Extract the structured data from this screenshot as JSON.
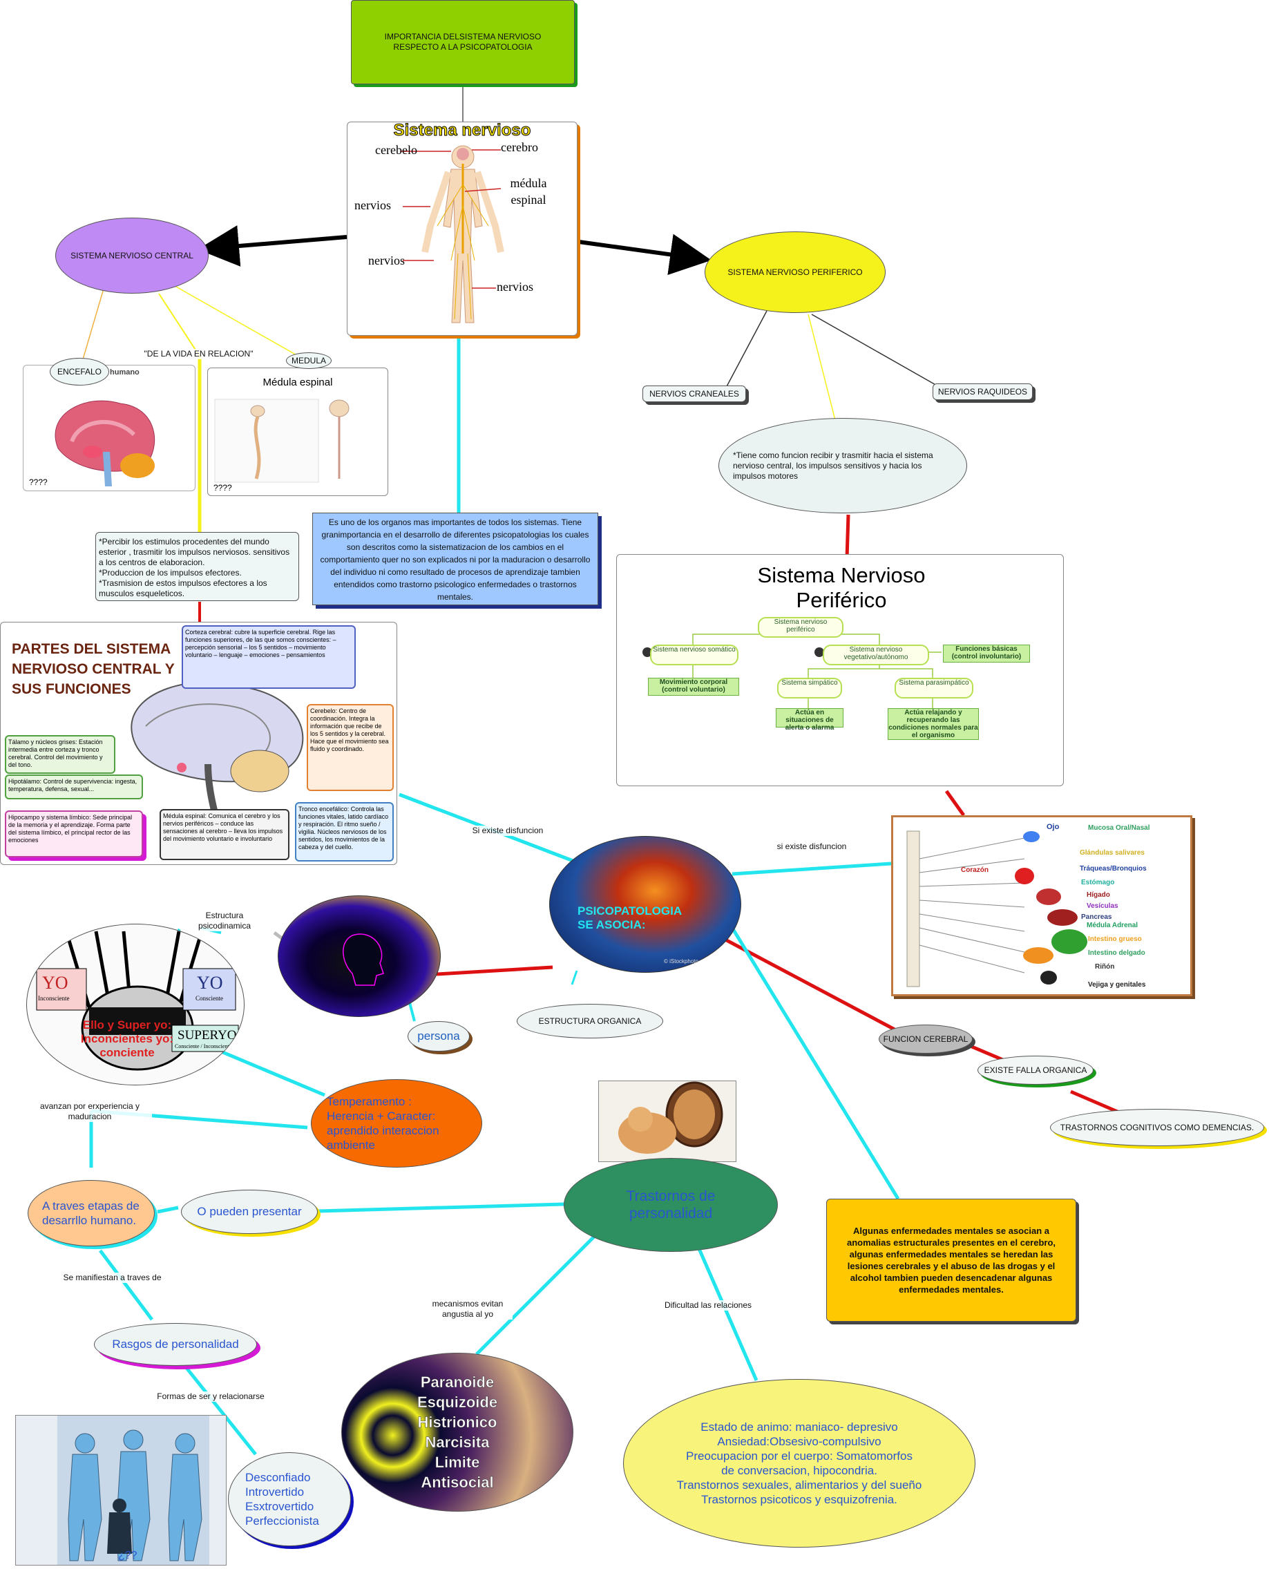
{
  "title_box": "IMPORTANCIA DELSISTEMA NERVIOSO RESPECTO A LA PSICOPATOLOGIA",
  "nervous_image": {
    "title": "Sistema nervioso",
    "labels": [
      "cerebelo",
      "cerebro",
      "médula espinal",
      "nervios",
      "nervios",
      "nervios"
    ]
  },
  "snc": "SISTEMA NERVIOSO CENTRAL",
  "snp": "SISTEMA NERVIOSO PERIFERICO",
  "encefalo": "ENCEFALO",
  "medula_tag": "MEDULA",
  "de_la_vida": "\"DE LA VIDA EN RELACION\"",
  "encefalo_img": {
    "caption": "humano",
    "qmarks": "????"
  },
  "medula_img": {
    "title": "Médula espinal",
    "qmarks": "????"
  },
  "nervios_craneales": "NERVIOS CRANEALES",
  "nervios_raquideos": "NERVIOS RAQUIDEOS",
  "snp_desc": "*Tiene como funcion recibir y trasmitir hacia el sistema nervioso central, los impulsos sensitivos y hacia los impulsos motores",
  "snc_functions": "*Percibir los estimulos procedentes del mundo esterior , trasmitir los impulsos nerviosos. sensitivos a los centros de elaboracion.\n*Produccion de los impulsos efectores.\n*Trasmision de estos impulsos efectores a los musculos esqueleticos.",
  "importance_text": "Es uno de los organos mas importantes de todos los sistemas. Tiene granimportancia en el desarrollo de diferentes psicopatologias los cuales son descritos como la sistematizacion de los cambios en el comportamiento quer no son explicados ni por la maduracion o desarrollo del individuo ni como resultado de procesos de aprendizaje tambien entendidos como trastorno psicologico enfermedades o trastornos mentales.",
  "snp_chart": {
    "title": "Sistema Nervioso Periférico",
    "root": "Sistema nervioso periférico",
    "somatico": "Sistema nervioso somático",
    "vegetativo": "Sistema nervioso vegetativo/autónomo",
    "funciones": "Funciones básicas (control involuntario)",
    "movimiento": "Movimiento corporal (control voluntario)",
    "simpatico": "Sistema simpático",
    "parasimpatico": "Sistema parasimpático",
    "alerta": "Actúa en situaciones de alerta o alarma",
    "relajando": "Actúa relajando y recuperando las condiciones normales para el organismo"
  },
  "parts": {
    "title": "PARTES DEL SISTEMA NERVIOSO CENTRAL Y SUS FUNCIONES",
    "corteza": "Corteza cerebral: cubre la superficie cerebral. Rige las funciones superiores, de las que somos conscientes: – percepción sensorial – los 5 sentidos – movimiento voluntario – lenguaje – emociones – pensamientos",
    "cerebelo": "Cerebelo: Centro de coordinación. Integra la información que recibe de los 5 sentidos y la cerebral. Hace que el movimiento sea fluido y coordinado.",
    "talamo": "Tálamo y núcleos grises: Estación intermedia entre corteza y tronco cerebral. Control del movimiento y del tono.",
    "hipotalamo": "Hipotálamo: Control de supervivencia: ingesta, temperatura, defensa, sexual...",
    "hipocampo": "Hipocampo y sistema límbico: Sede principal de la memoria y el aprendizaje. Forma parte del sistema límbico, el principal rector de las emociones",
    "medula": "Médula espinal: Comunica el cerebro y los nervios periféricos – conduce las sensaciones al cerebro – lleva los impulsos del movimiento voluntario e involuntario",
    "tronco": "Tronco encefálico: Controla las funciones vitales, latido cardíaco y respiración. El ritmo sueño / vigilia. Núcleos nerviosos de los sentidos, los movimientos de la cabeza y del cuello."
  },
  "organs": [
    "Ojo",
    "Mucosa Oral/Nasal",
    "Glándulas salivares",
    "Corazón",
    "Tráqueas/Bronquios",
    "Estómago",
    "Hígado",
    "Vesículas",
    "Pancreas",
    "Médula Adrenal",
    "Intestino grueso",
    "Intestino delgado",
    "Riñón",
    "Vejiga y genitales"
  ],
  "psico": {
    "text": "PSICOPATOLOGIA SE ASOCIA:",
    "credit": "© iStockphoto"
  },
  "si_existe_1": "Si existe disfuncion",
  "si_existe_2": "si existe disfuncion",
  "funcion_cerebral": "FUNCION CEREBRAL",
  "existe_falla": "EXISTE FALLA ORGANICA",
  "trastornos_cog": "TRASTORNOS COGNITIVOS COMO DEMENCIAS.",
  "estructura_organica": "ESTRUCTURA ORGANICA",
  "estructura_psico": "Estructura psicodinamica",
  "persona": "persona",
  "yo_img": {
    "yo_left": "YO",
    "inconsciente": "Inconsciente",
    "yo_right": "YO",
    "consciente": "Consciente",
    "superyo": "SUPERYO",
    "superyo_sub": "Consciente / Inconsciente",
    "overlay": "Ello y Super yo: Inconcientes yo: conciente"
  },
  "temperamento": "Temperamento : Herencia + Caracter: aprendido interaccion ambiente",
  "avanzan": "avanzan por erxperiencia y maduracion",
  "etapas": "A traves etapas de desarrllo humano.",
  "pueden": "O pueden presentar",
  "trastornos_pers": "Trastornos de personalidad",
  "algunas": "Algunas enfermedades mentales se asocian a anomalias estructurales presentes en el cerebro, algunas enfermedades mentales se heredan las lesiones cerebrales y el abuso de las drogas y el alcohol tambien pueden desencadenar algunas enfermedades mentales.",
  "se_manifiestan": "Se manifiestan a traves de",
  "rasgos": "Rasgos de personalidad",
  "formas": "Formas de ser y relacionarse",
  "mecanismos": "mecanismos evitan angustia al yo",
  "dificultad": "Dificultad  las relaciones",
  "tipos": [
    "Paranoide",
    "Esquizoide",
    "Histrionico",
    "Narcisita",
    "Limite",
    "Antisocial"
  ],
  "estados": [
    "Estado de animo: maniaco- depresivo",
    "Ansiedad:Obsesivo-compulsivo",
    "Preocupacion por el cuerpo: Somatomorfos",
    "de conversacion, hipocondria.",
    "Transtornos sexuales, alimentarios y del sueño",
    "Trastornos psicoticos y esquizofrenia."
  ],
  "rasgos_list": [
    "Desconfiado",
    "Introvertido",
    "Esxtrovertido",
    "Perfeccionista"
  ],
  "people_caption": "¿??",
  "colors": {
    "cyan": "#22e5ee",
    "red": "#dd1111",
    "yellow": "#f5f11a",
    "green": "#8fd000"
  }
}
